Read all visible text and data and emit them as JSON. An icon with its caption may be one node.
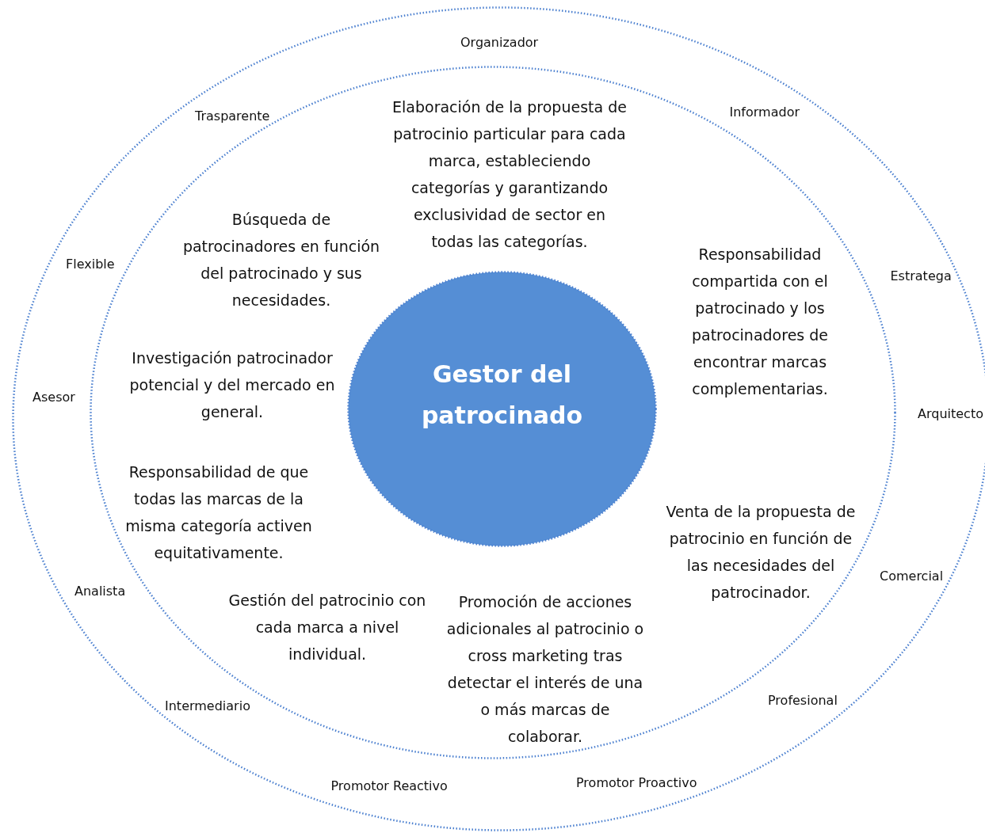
{
  "diagram": {
    "nodes": [
      {
        "text": [],
        "shape": "ellipse"
      },
      {
        "text": [],
        "shape": "ellipse",
        "in": 0
      },
      {
        "text": [
          "Gestor del patrocinado"
        ],
        "in": 1
      }
    ],
    "labels": [
      "Organizador",
      "Elaboración de la propuesta de patrocinio particular para cada marca, estableciendo categorías y garantizando exclusividad de sector en todas las categorías.",
      "Trasparente",
      "Informador",
      "Búsqueda de patrocinadores en función del patrocinado y sus necesidades.",
      "Flexible",
      "Responsabilidad compartida con el patrocinado y los patrocinadores de encontrar marcas complementarias.",
      "Estratega",
      "Investigación patrocinador potencial y del mercado en general.",
      "Asesor",
      "Arquitecto",
      "Responsabilidad de que todas las marcas de la misma categoría activen equitativamente.",
      "Venta de la propuesta de patrocinio en función de las necesidades del patrocinador.",
      "Comercial",
      "Analista",
      "Gestión del patrocinio con cada marca a nivel individual.",
      "Promoción de acciones adicionales al patrocinio o cross marketing tras detectar el interés de una o más marcas de colaborar.",
      "Intermediario",
      "Profesional",
      "Promotor Reactivo",
      "Promotor Proactivo"
    ]
  }
}
